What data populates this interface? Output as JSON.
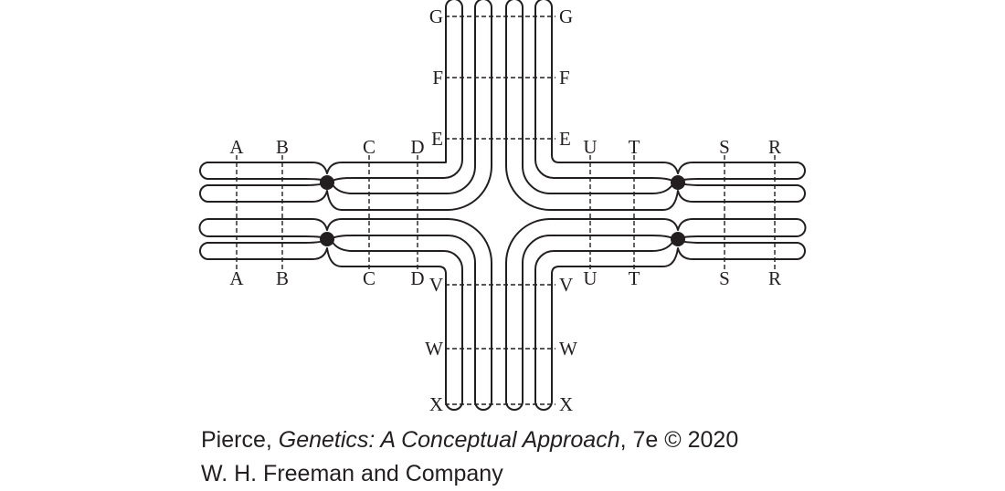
{
  "locus_labels": {
    "left_arm_top": [
      "A",
      "B",
      "C",
      "D"
    ],
    "left_arm_bottom": [
      "A",
      "B",
      "C",
      "D"
    ],
    "right_arm_top": [
      "U",
      "T",
      "S",
      "R"
    ],
    "right_arm_bottom": [
      "U",
      "T",
      "S",
      "R"
    ],
    "top_arm_left": [
      "G",
      "F",
      "E"
    ],
    "top_arm_right": [
      "G",
      "F",
      "E"
    ],
    "bottom_arm_left": [
      "V",
      "W",
      "X"
    ],
    "bottom_arm_right": [
      "V",
      "W",
      "X"
    ]
  },
  "credit": {
    "author": "Pierce, ",
    "book_title": "Genetics: A Conceptual Approach",
    "edition": ", 7e © 2020",
    "publisher": "W. H. Freeman and Company"
  },
  "colors": {
    "ink": "#231f20",
    "background": "#ffffff"
  }
}
